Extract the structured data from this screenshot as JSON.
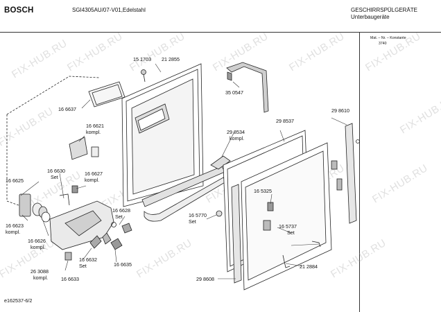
{
  "header": {
    "brand": "BOSCH",
    "model": "SGI4305AU/07-V01,Edelstahl",
    "category": "GESCHIRRSPÜLGERÄTE",
    "subcategory": "Unterbaugeräte"
  },
  "side_note": {
    "line1": "Mat. – Nr. – Konstante",
    "line2": "3740"
  },
  "footer": {
    "doc_id": "e162537-6/2"
  },
  "watermark": "FIX-HUB.RU",
  "parts": {
    "p151703": "15 1703",
    "p212855": "21 2855",
    "p350547": "35 0547",
    "p166637": "16 6637",
    "p166621": "16 6621",
    "kompl1": "kompl.",
    "p298534": "29 8534",
    "kompl2": "kompl.",
    "p298537": "29 8537",
    "p298610": "29 8610",
    "p166630": "16 6630",
    "set1": "Set",
    "p166627": "16 6627",
    "kompl3": "kompl.",
    "p166625": "16 6625",
    "p166628": "16 6628",
    "set2": "Set",
    "p166623": "16 6623",
    "kompl4": "kompl.",
    "p166626": "16 6626",
    "kompl5": "kompl.",
    "p165325": "16 5325",
    "p165770": "16 5770",
    "set3": "Set",
    "p165737": "16 5737",
    "set4": "Set",
    "p166632": "16 6632",
    "set5": "Set",
    "p166635": "16 6635",
    "p263088": "26 3088",
    "kompl6": "kompl.",
    "p166633": "16 6633",
    "p212884": "21 2884",
    "p298608": "29 8608"
  }
}
